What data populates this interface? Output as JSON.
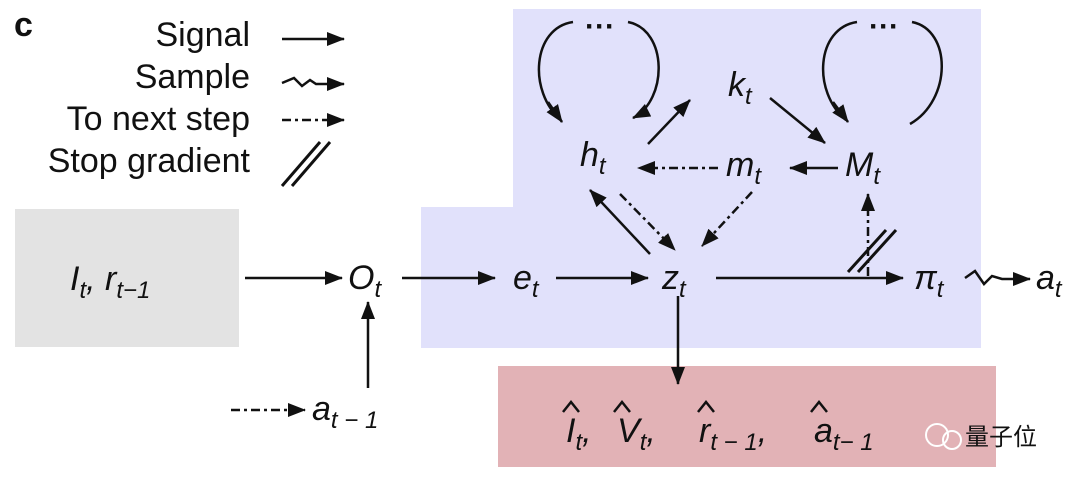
{
  "panel_label": "c",
  "legend": {
    "signal": "Signal",
    "sample": "Sample",
    "to_next_step": "To next step",
    "stop_gradient": "Stop gradient"
  },
  "nodes": {
    "input": {
      "main": "I",
      "sub1": "t",
      "sep": ", r",
      "sub2": "t−1"
    },
    "o": {
      "main": "O",
      "sub": "t"
    },
    "e": {
      "main": "e",
      "sub": "t"
    },
    "z": {
      "main": "z",
      "sub": "t"
    },
    "h": {
      "main": "h",
      "sub": "t"
    },
    "m": {
      "main": "m",
      "sub": "t"
    },
    "k": {
      "main": "k",
      "sub": "t"
    },
    "M": {
      "main": "M",
      "sub": "t"
    },
    "pi": {
      "main": "π",
      "sub": "t"
    },
    "a": {
      "main": "a",
      "sub": "t"
    },
    "a_prev": {
      "main": "a",
      "sub": "t − 1"
    },
    "loop_dots": "···",
    "outputs": {
      "i_hat": "I",
      "i_sub": "t",
      "v_hat": "V",
      "v_sub": "t",
      "r_hat": "r",
      "r_sub": "t − 1",
      "a_hat": "a",
      "a_sub": "t− 1",
      "comma": ","
    }
  },
  "watermark": "量子位",
  "colors": {
    "blue_region": "#e1e1fb",
    "gray_box": "#e3e3e3",
    "red_box": "#e2b2b6",
    "stroke": "#111111"
  }
}
